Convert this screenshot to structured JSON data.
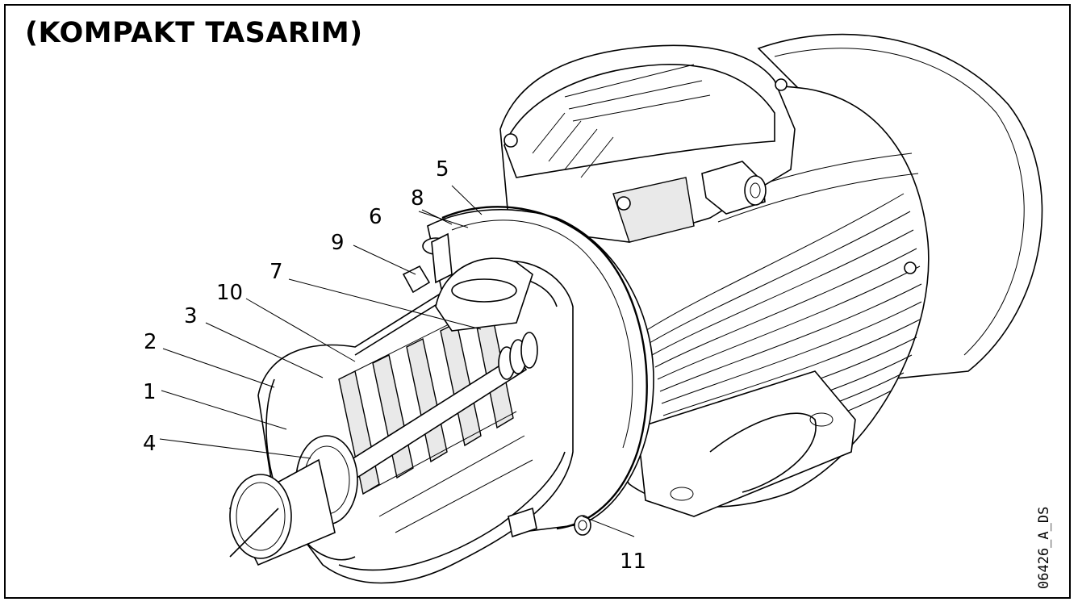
{
  "title": "(KOMPAKT TASARIM)",
  "drawing_code": "06426_A_DS",
  "callouts": [
    "1",
    "2",
    "3",
    "4",
    "5",
    "6",
    "7",
    "8",
    "9",
    "10",
    "11"
  ],
  "colors": {
    "ink": "#000000",
    "paper": "#ffffff"
  }
}
